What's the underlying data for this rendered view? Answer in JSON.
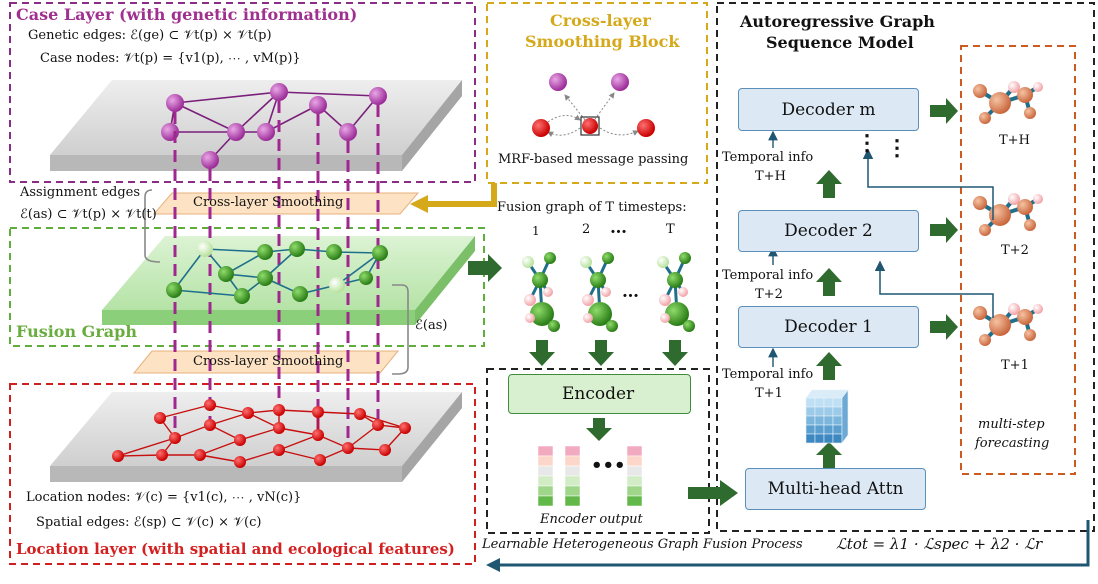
{
  "case_layer": {
    "title": "Case Layer (with genetic information)",
    "genetic_edges": "Genetic edges: ℰ(ge) ⊂ 𝒱t(p) × 𝒱t(p)",
    "case_nodes": "Case nodes: 𝒱t(p) = {v1(p), ⋯ , vM(p)}",
    "color": "#a0308f"
  },
  "assignment": {
    "label": "Assignment edges",
    "formula": "ℰ(as) ⊂ 𝒱t(p) × 𝒱t(t)"
  },
  "smoothing": {
    "upper": "Cross-layer Smoothing",
    "lower": "Cross-layer Smoothing"
  },
  "fusion": {
    "title": "Fusion Graph",
    "edge_label": "ℰ(as)",
    "color": "#6aad3f"
  },
  "location_layer": {
    "title": "Location layer (with spatial and ecological features)",
    "nodes": "Location nodes: 𝒱(c) = {v1(c), ⋯ , vN(c)}",
    "edges": "Spatial edges: ℰ(sp) ⊂ 𝒱(c) × 𝒱(c)",
    "color": "#d42020"
  },
  "smoothing_block": {
    "title_line1": "Cross-layer",
    "title_line2": "Smoothing Block",
    "caption": "MRF-based message passing",
    "color": "#d6a91a"
  },
  "fusion_sequence": {
    "title": "Fusion graph of T timesteps:",
    "steps": [
      "1",
      "2",
      "…",
      "T"
    ],
    "ellipsis": "…"
  },
  "encoder": {
    "label": "Encoder",
    "output_label": "Encoder output",
    "ellipsis": "•••"
  },
  "autoregressive": {
    "title_line1": "Autoregressive Graph",
    "title_line2": "Sequence Model",
    "decoders": [
      "Decoder m",
      "Decoder 2",
      "Decoder 1"
    ],
    "temporal": [
      {
        "label": "Temporal info",
        "step": "T+H"
      },
      {
        "label": "Temporal info",
        "step": "T+2"
      },
      {
        "label": "Temporal info",
        "step": "T+1"
      }
    ],
    "dots": "⋮",
    "attention": "Multi-head Attn"
  },
  "forecasting": {
    "outputs": [
      "T+H",
      "T+2",
      "T+1"
    ],
    "caption_line1": "multi-step",
    "caption_line2": "forecasting",
    "color": "#cf5a1f"
  },
  "process": {
    "label": "Learnable Heterogeneous Graph Fusion Process",
    "loss": "ℒtot = λ1 · ℒspec + λ2 · ℒr"
  }
}
